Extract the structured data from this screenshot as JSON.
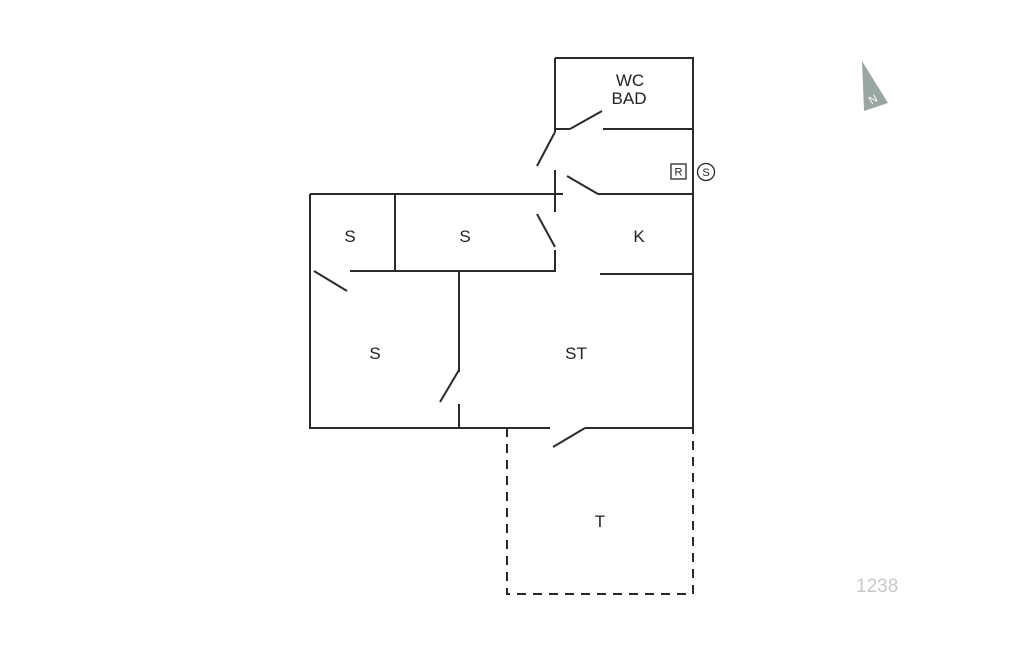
{
  "rooms": {
    "wc_bad_line1": "WC",
    "wc_bad_line2": "BAD",
    "s_left": "S",
    "s_middle": "S",
    "k": "K",
    "s_bottom": "S",
    "st": "ST",
    "t": "T"
  },
  "symbols": {
    "r": "R",
    "s": "S"
  },
  "compass": {
    "label": "N",
    "color": "#9aa6a4"
  },
  "plan_code": "1238",
  "colors": {
    "lines": "#2a2a2a",
    "code": "#c9c9c9"
  }
}
